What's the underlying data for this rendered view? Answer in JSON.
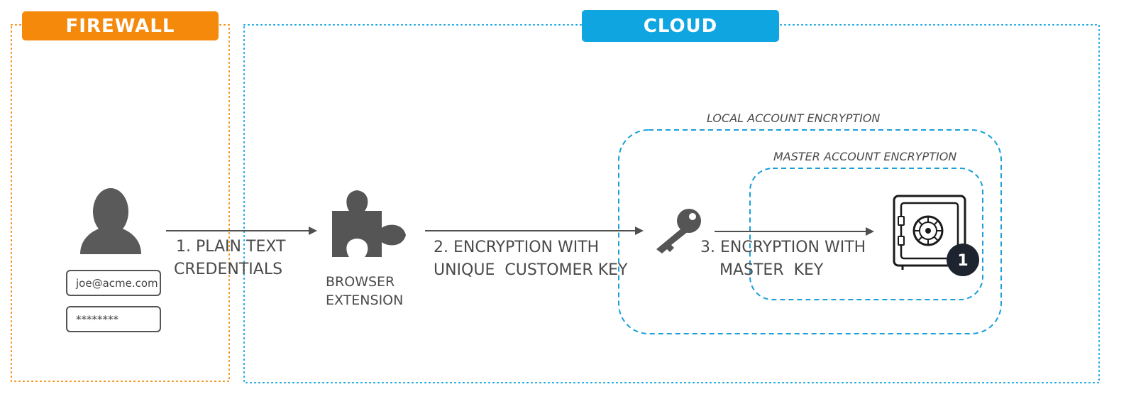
{
  "zones": {
    "firewall_label": "FIREWALL",
    "cloud_label": "CLOUD",
    "firewall_color": "#f5890b",
    "cloud_color": "#0ea5e0"
  },
  "user": {
    "icon": "user-silhouette-icon",
    "email_value": "joe@acme.com",
    "password_value": "********"
  },
  "steps": {
    "step1_line1": "1. PLAIN TEXT",
    "step1_line2": "CREDENTIALS",
    "step2_line1": "2. ENCRYPTION WITH",
    "step2_line2": "UNIQUE  CUSTOMER KEY",
    "step3_line1": "3. ENCRYPTION WITH",
    "step3_line2": "MASTER  KEY"
  },
  "extension": {
    "icon": "puzzle-piece-icon",
    "label_line1": "BROWSER",
    "label_line2": "EXTENSION"
  },
  "key": {
    "icon": "key-icon"
  },
  "encryption": {
    "local_title": "LOCAL ACCOUNT ENCRYPTION",
    "master_title": "MASTER ACCOUNT ENCRYPTION",
    "border_color": "#1a9fd8"
  },
  "vault": {
    "icon": "safe-vault-icon",
    "badge_number": "1"
  }
}
